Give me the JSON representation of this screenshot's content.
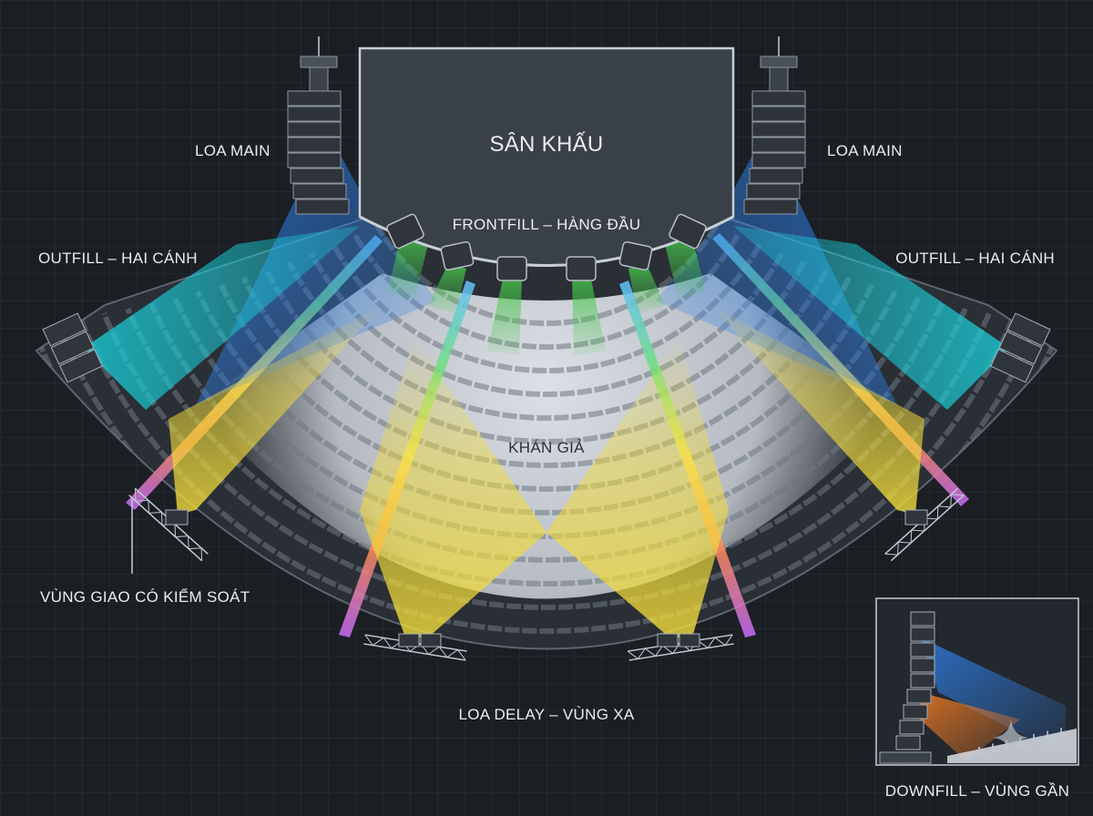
{
  "labels": {
    "stage": "SÂN KHẤU",
    "frontfill": "FRONTFILL – HÀNG ĐẦU",
    "main_left": "LOA MAIN",
    "main_right": "LOA MAIN",
    "outfill_left": "OUTFILL – HAI CÁNH",
    "outfill_right": "OUTFILL – HAI CÁNH",
    "audience": "KHÁN GIẢ",
    "overlap_zone": "VÙNG GIAO CÓ KIỂM SOÁT",
    "delay": "LOA DELAY – VÙNG XA",
    "downfill": "DOWNFILL – VÙNG GẦN"
  },
  "colors": {
    "background": "#1b1f24",
    "grid": "#2b323b",
    "main_beam": "#2f7fe6",
    "outfill_beam": "#19d3dd",
    "frontfill_beam": "#47c94a",
    "delay_beam": "#f2dc3a",
    "downfill_beam": "#ee7a23",
    "audience_fill": "#d9dee5"
  },
  "icons": {
    "speaker": "line-array-speaker-icon",
    "truss": "truss-icon",
    "sparkle": "sparkle-icon"
  }
}
